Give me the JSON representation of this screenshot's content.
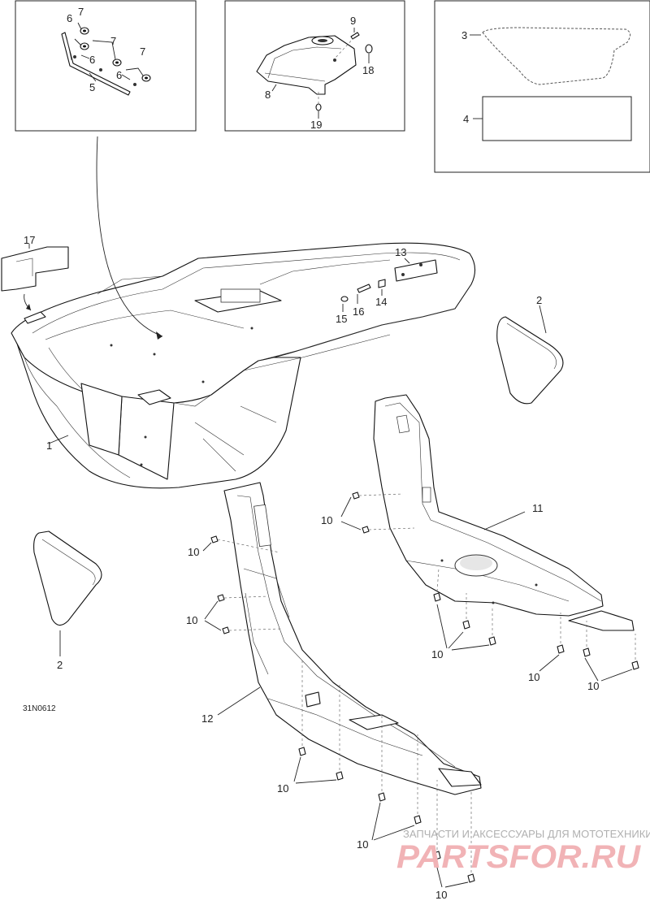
{
  "diagram": {
    "code": "31N0612",
    "callouts": {
      "c1": "1",
      "c2a": "2",
      "c2b": "2",
      "c3": "3",
      "c4": "4",
      "c5": "5",
      "c6a": "6",
      "c6b": "6",
      "c6c": "6",
      "c7a": "7",
      "c7b": "7",
      "c7c": "7",
      "c8": "8",
      "c9": "9",
      "c10a": "10",
      "c10b": "10",
      "c10c": "10",
      "c10d": "10",
      "c10e": "10",
      "c10f": "10",
      "c10g": "10",
      "c10h": "10",
      "c10i": "10",
      "c11": "11",
      "c12": "12",
      "c13": "13",
      "c14": "14",
      "c15": "15",
      "c16": "16",
      "c17": "17",
      "c18": "18",
      "c19": "19"
    }
  },
  "watermark": {
    "tagline": "ЗАПЧАСТИ И АКСЕССУАРЫ ДЛЯ МОТОТЕХНИКИ",
    "brand": "PARTSFOR.RU"
  }
}
